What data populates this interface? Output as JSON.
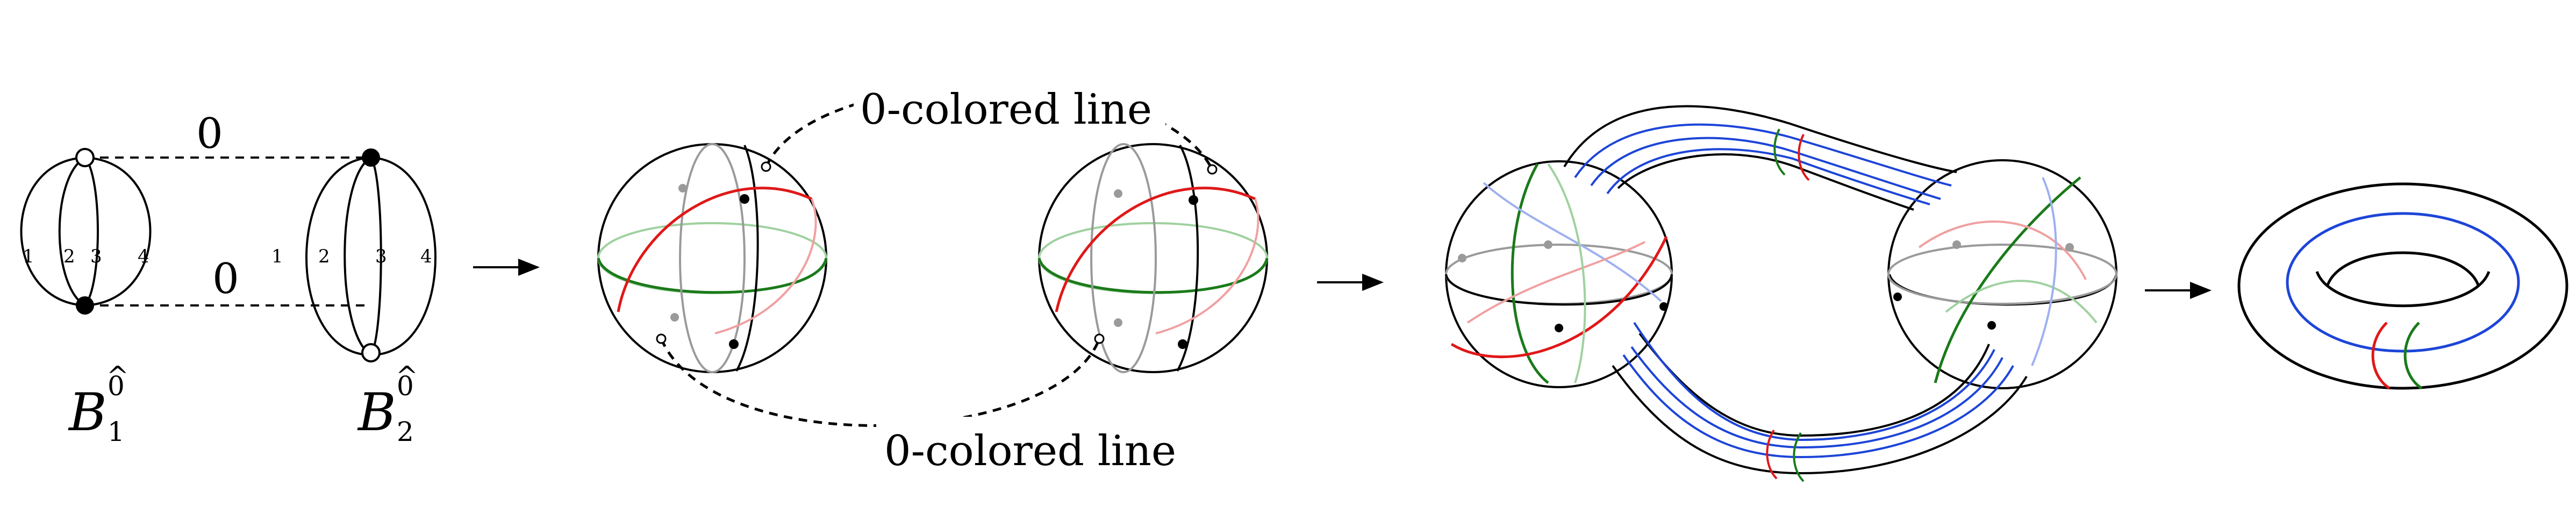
{
  "colors": {
    "red": "#e01818",
    "green": "#1a7a1a",
    "blue": "#1d45d8",
    "faint_red": "#f0a0a0",
    "faint_green": "#9fd19f",
    "faint_blue": "#9fb0f0",
    "gray": "#9a9a9a",
    "black": "#000000"
  },
  "panel1": {
    "edge_top": "0",
    "edge_bottom": "0",
    "ball1": {
      "edges": [
        "1",
        "2",
        "3",
        "4"
      ],
      "name": "B",
      "sup": "0",
      "sub": "1"
    },
    "ball2": {
      "edges": [
        "1",
        "2",
        "3",
        "4"
      ],
      "name": "B",
      "sup": "0",
      "sub": "2"
    }
  },
  "panel2": {
    "line_top": "0-colored line",
    "line_bottom": "0-colored line"
  }
}
